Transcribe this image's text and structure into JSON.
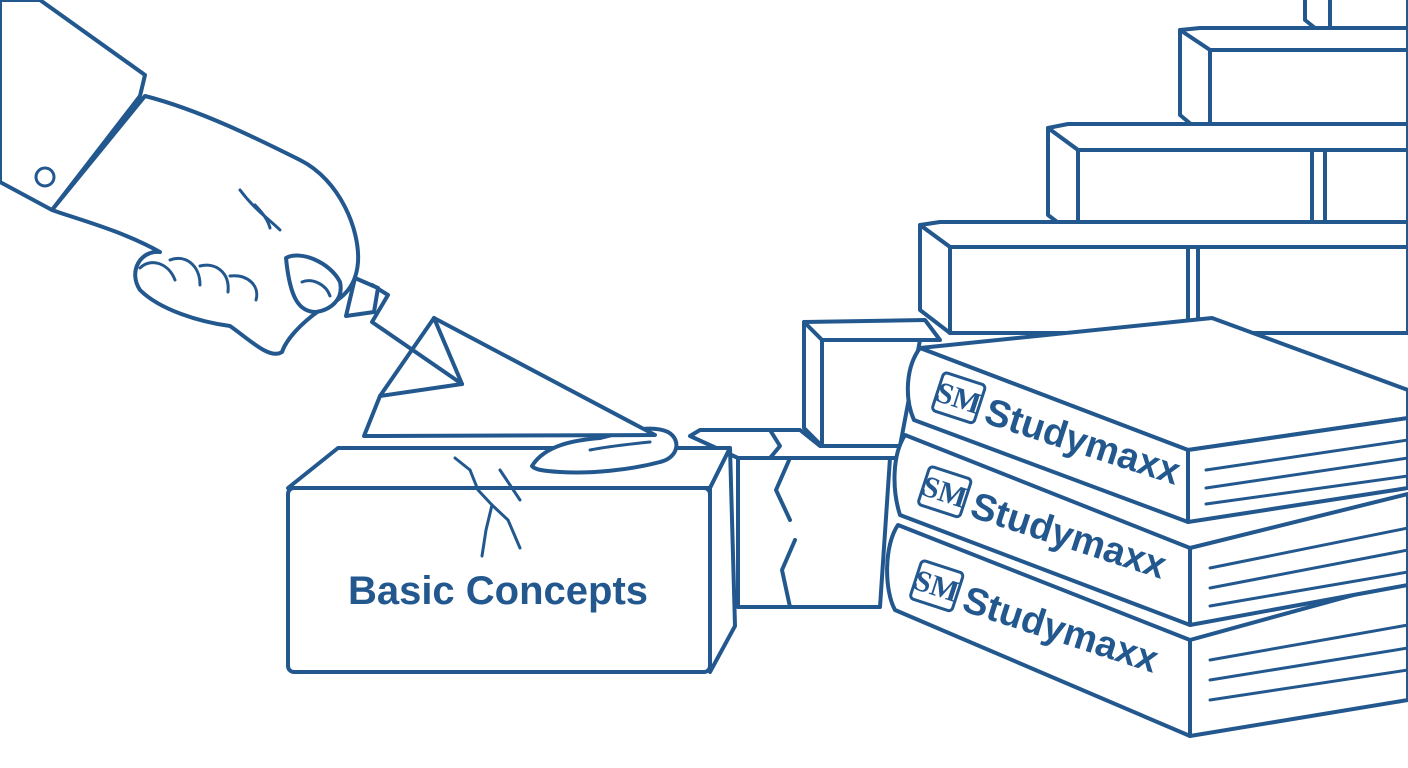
{
  "illustration": {
    "foundation_brick_label": "Basic Concepts",
    "book_brand": "Studymaxx",
    "book_logo_monogram": "SM",
    "book_count": 3,
    "ink_color": "#23588f",
    "background_color": "#ffffff",
    "icons": [
      "hand-icon",
      "trowel-icon",
      "brick-wall-icon",
      "book-stack-icon"
    ]
  }
}
